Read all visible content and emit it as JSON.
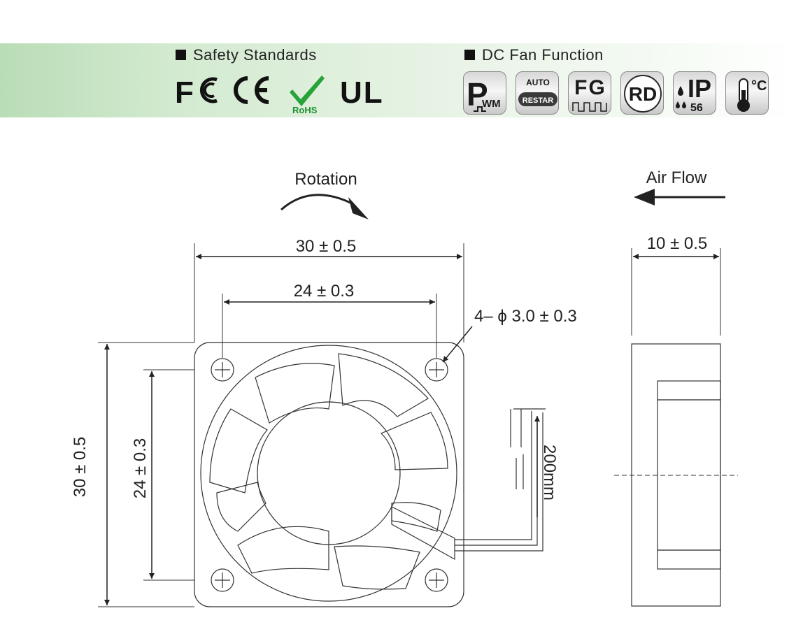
{
  "header": {
    "safety_title": "Safety Standards",
    "function_title": "DC Fan Function",
    "safety_logos": [
      {
        "name": "fcc-logo",
        "label": "FC"
      },
      {
        "name": "ce-logo",
        "label": "CE"
      },
      {
        "name": "rohs-logo",
        "label": "RoHS"
      },
      {
        "name": "ul-logo",
        "label": "UL"
      }
    ],
    "function_icons": [
      {
        "name": "pwm-icon",
        "label": "PWM"
      },
      {
        "name": "auto-restart-icon",
        "label_top": "AUTO",
        "label_bottom": "RESTAR"
      },
      {
        "name": "fg-icon",
        "label": "FG"
      },
      {
        "name": "rd-icon",
        "label": "RD"
      },
      {
        "name": "ip56-icon",
        "label_top": "IP",
        "label_bottom": "56"
      },
      {
        "name": "thermometer-icon",
        "label": "°C"
      }
    ]
  },
  "drawing": {
    "rotation_label": "Rotation",
    "airflow_label": "Air Flow",
    "dim_width_outer": "30 ± 0.5",
    "dim_width_inner": "24 ± 0.3",
    "dim_height_outer": "30 ± 0.5",
    "dim_height_inner": "24 ± 0.3",
    "dim_holes": "4– ϕ 3.0 ± 0.3",
    "dim_cable": "200mm",
    "dim_thickness": "10 ± 0.5"
  }
}
